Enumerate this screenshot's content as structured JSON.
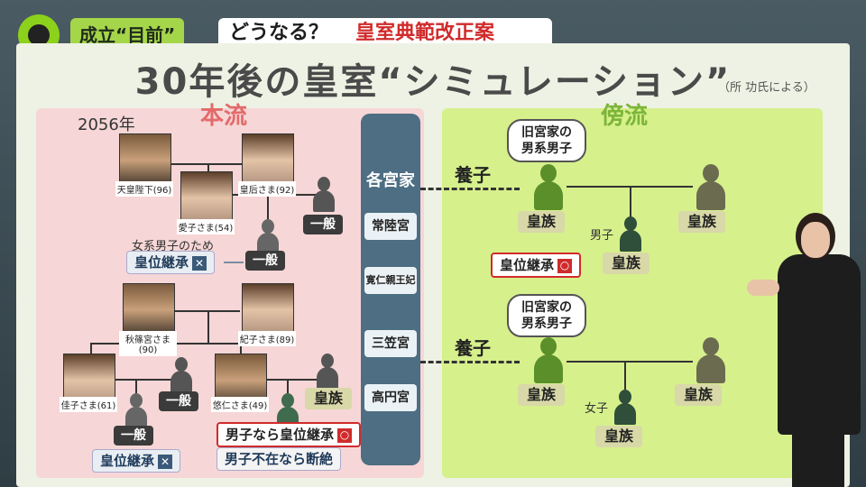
{
  "header": {
    "tag": "成立“目前”",
    "question": "どうなる？",
    "topic": "皇室典範改正案"
  },
  "title": "30年後の皇室“シミュレーション”",
  "attribution": "（所 功氏による）",
  "left": {
    "heading": "本流",
    "year": "2056年",
    "people": {
      "emperor": "天皇陛下(96)",
      "empress": "皇后さま(92)",
      "aiko": "愛子さま(54)",
      "akishino": "秋篠宮さま(90)",
      "kiko": "紀子さま(89)",
      "kako": "佳子さま(61)",
      "hisahito": "悠仁さま(49)"
    },
    "ippan": "一般",
    "note_female_line": "女系男子のため",
    "succession": "皇位継承",
    "imperial_family": "皇族",
    "if_male": "男子なら皇位継承",
    "if_no_male": "男子不在なら断絶"
  },
  "middle": {
    "header": "各宮家",
    "houses": [
      "常陸宮",
      "寛仁親王妃",
      "三笠宮",
      "高円宮"
    ]
  },
  "right": {
    "heading": "傍流",
    "adoption": "養子",
    "former_house_male": [
      "旧宮家の",
      "男系男子"
    ],
    "imperial_family": "皇族",
    "son": "男子",
    "daughter": "女子",
    "succession": "皇位継承"
  },
  "marks": {
    "x": "✕",
    "o": "○"
  },
  "colors": {
    "accent_green": "#8cd11c",
    "pink_panel": "#f6d6d6",
    "green_panel": "#d6f08c",
    "red": "#d02b2b",
    "slate": "#4d6e83"
  }
}
